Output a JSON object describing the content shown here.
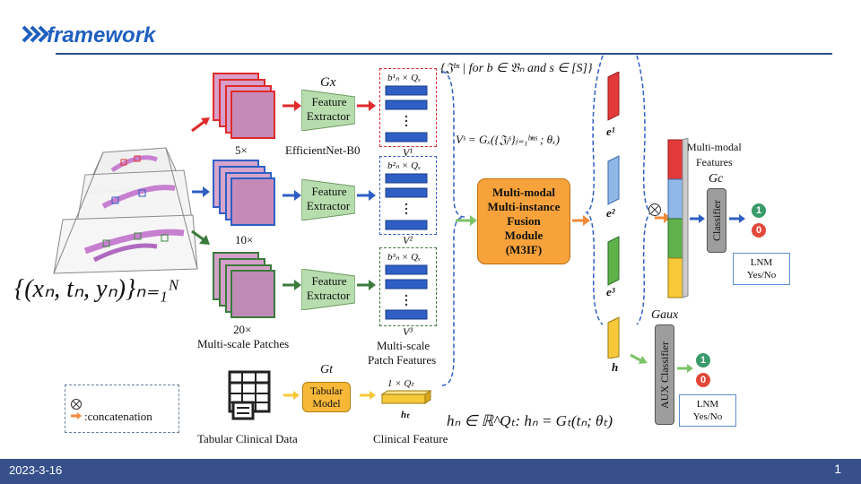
{
  "header": {
    "title": "framework"
  },
  "footer": {
    "date": "2023-3-16",
    "page": "1"
  },
  "patches": {
    "scale_5": "5×",
    "scale_10": "10×",
    "scale_20": "20×",
    "caption": "Multi-scale Patches"
  },
  "extractor": {
    "label_1": "Feature",
    "label_2": "Extractor",
    "backbone": "EfficientNet-B0",
    "gx_symbol": "Gx"
  },
  "features": {
    "v1": "V¹",
    "v2": "V²",
    "v3": "V³",
    "bq1": "b¹ₙ × Qₓ",
    "bq2": "b²ₙ × Qₓ",
    "bq3": "b³ₙ × Qₓ",
    "caption_1": "Multi-scale",
    "caption_2": "Patch Features"
  },
  "formulas": {
    "set": "{𝔍ᵇˢ | for b ∈ 𝔅ₙ and s ∈ [S]}",
    "vs": "Vˢ = Gₓ({𝔍ⱼˢ}ⱼ₌₁ᵇⁿˢ ; θₓ)",
    "dataset": "{(xₙ, tₙ, yₙ)}ₙ₌₁ᴺ",
    "hn": "hₙ ∈ ℝ^Qₜ: hₙ = Gₜ(tₙ; θₜ)"
  },
  "m3if": {
    "line1": "Multi-modal",
    "line2": "Multi-instance",
    "line3": "Fusion",
    "line4": "Module",
    "line5": "(M3IF)"
  },
  "embeddings": {
    "e1": "e¹",
    "e2": "e²",
    "e3": "e³",
    "h": "h"
  },
  "multimodal": {
    "label_1": "Multi-modal",
    "label_2": "Features",
    "gc_symbol": "Gc",
    "classifier": "Classifier"
  },
  "aux": {
    "gaux_symbol": "Gaux",
    "classifier": "AUX Classifier"
  },
  "outputs": {
    "one": "1",
    "zero": "0",
    "lnm_1": "LNM",
    "lnm_2": "Yes/No"
  },
  "tabular": {
    "caption": "Tabular Clinical Data",
    "model_1": "Tabular",
    "model_2": "Model",
    "gt_symbol": "Gt",
    "dim": "1 × Qₜ",
    "ht": "hₜ",
    "feature_caption": "Clinical Feature"
  },
  "legend": {
    "text": ":concatenation"
  },
  "colors": {
    "accent": "#1f5fbf",
    "footer": "#37508c",
    "m3if": "#f7a23a",
    "feature_blue": "#2f5fc4"
  }
}
